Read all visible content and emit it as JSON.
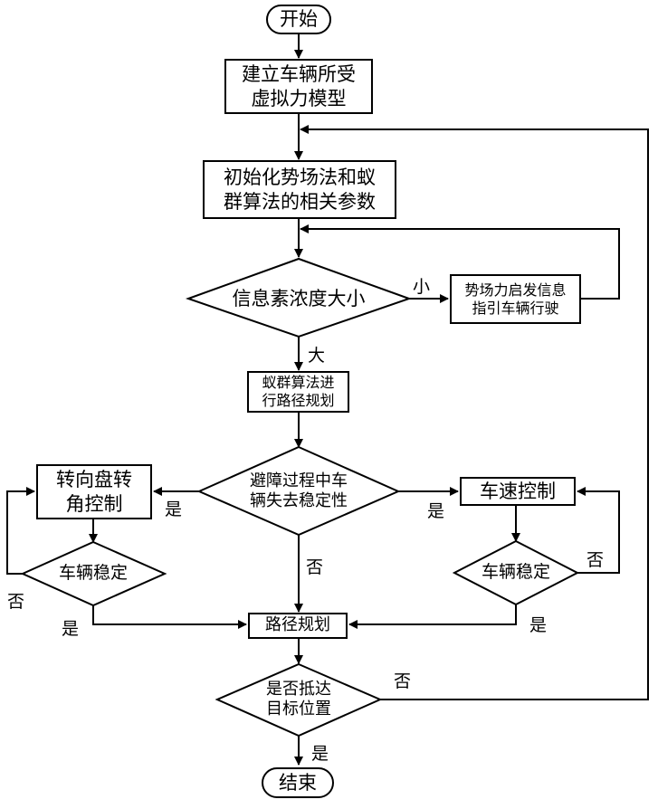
{
  "nodes": {
    "start": "开始",
    "build_model": "建立车辆所受\n虚拟力模型",
    "init_params": "初始化势场法和蚁\n群算法的相关参数",
    "pheromone_check": "信息素浓度大小",
    "potential_guide": "势场力启发信息\n指引车辆行驶",
    "aco_plan": "蚁群算法进\n行路径规划",
    "stability_check": "避障过程中车\n辆失去稳定性",
    "steering_control": "转向盘转\n角控制",
    "speed_control": "车速控制",
    "stable_left": "车辆稳定",
    "stable_right": "车辆稳定",
    "path_plan": "路径规划",
    "target_check": "是否抵达\n目标位置",
    "end": "结束"
  },
  "edge_labels": {
    "small": "小",
    "large": "大",
    "yes_left": "是",
    "yes_right": "是",
    "no_center": "否",
    "no_left_loop": "否",
    "yes_left_stable": "是",
    "no_right_loop": "否",
    "yes_right_stable": "是",
    "no_target": "否",
    "yes_target": "是"
  }
}
